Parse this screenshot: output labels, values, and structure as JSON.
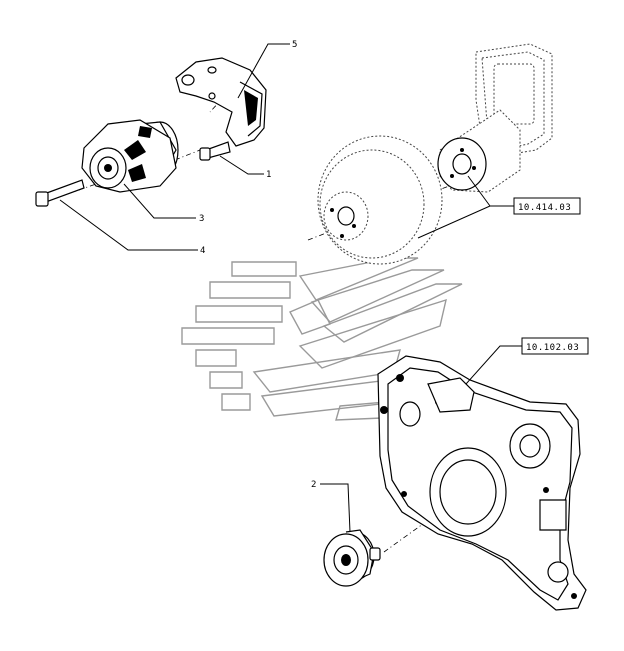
{
  "callouts": {
    "c1": "1",
    "c2": "2",
    "c3": "3",
    "c4": "4",
    "c5": "5"
  },
  "references": {
    "ref_upper": "10.414.03",
    "ref_lower": "10.102.03"
  },
  "icons": {
    "watermark": "brand-watermark-icon"
  }
}
